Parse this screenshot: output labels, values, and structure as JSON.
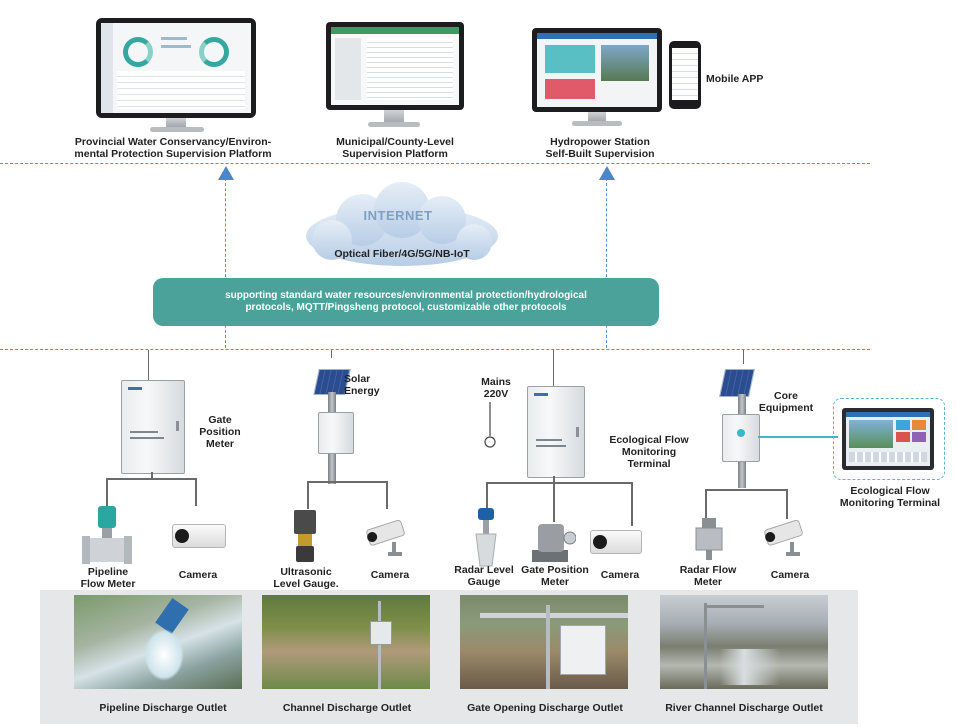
{
  "platforms": {
    "provincial": "Provincial Water Conservancy/Environ-\nmental Protection Supervision Platform",
    "municipal": "Municipal/County-Level\nSupervision Platform",
    "hydropower": "Hydropower Station\nSelf-Built Supervision",
    "mobile": "Mobile APP"
  },
  "network": {
    "cloud_title": "INTERNET",
    "cloud_subtitle": "Optical Fiber/4G/5G/NB-IoT",
    "protocols": "supporting standard water resources/environmental protection/hydrological\nprotocols, MQTT/Pingsheng protocol, customizable other protocols"
  },
  "stations": {
    "gate_position_meter": "Gate\nPosition\nMeter",
    "solar_energy": "Solar\nEnergy",
    "mains": "Mains\n220V",
    "eco_flow_terminal_mid": "Ecological Flow\nMonitoring\nTerminal",
    "core_equipment": "Core\nEquipment",
    "eco_flow_terminal_right": "Ecological Flow\nMonitoring Terminal"
  },
  "devices": {
    "pipeline_flow_meter": "Pipeline\nFlow Meter",
    "camera_1": "Camera",
    "ultrasonic_level_gauge": "Ultrasonic\nLevel Gauge.",
    "camera_2": "Camera",
    "radar_level_gauge": "Radar Level\nGauge",
    "gate_position_meter_dev": "Gate Position\nMeter",
    "camera_3": "Camera",
    "radar_flow_meter": "Radar Flow\nMeter",
    "camera_4": "Camera"
  },
  "outlets": {
    "pipeline": "Pipeline Discharge Outlet",
    "channel": "Channel Discharge Outlet",
    "gate": "Gate Opening Discharge Outlet",
    "river": "River Channel Discharge Outlet"
  },
  "colors": {
    "teal": "#4aa29a",
    "dash_blue": "#5b8fc9",
    "arrow_blue": "#4a86c8"
  }
}
